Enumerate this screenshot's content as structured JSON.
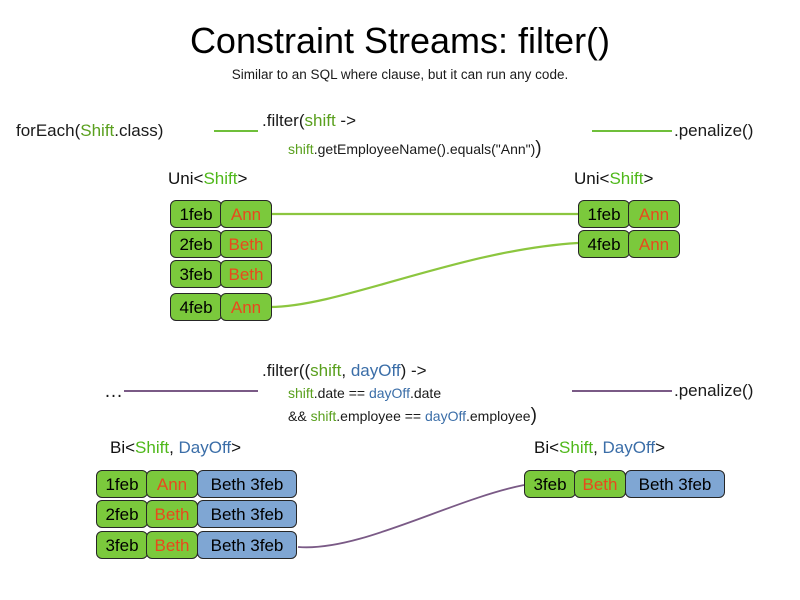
{
  "title": "Constraint Streams: filter()",
  "subtitle": "Similar to an SQL where clause, but it can run any code.",
  "colors": {
    "shift_green": "#5aa01e",
    "dayoff_blue": "#3b6ea8",
    "card_green": "#7BC93C",
    "card_blue": "#7FA6D3",
    "name_orange": "#E8491D",
    "link_green": "#6fbf3a",
    "link_purple": "#7a5a86"
  },
  "pipeline_uni": {
    "source_label": {
      "prefix": "forEach(",
      "type": "Shift",
      "suffix": ".class)"
    },
    "filter": {
      "line1_pre": ".filter(",
      "line1_var": "shift",
      "line1_post": " ->",
      "line2_var": "shift",
      "line2_post": ".getEmployeeName().equals(\"Ann\")",
      "line2_close": ")"
    },
    "terminal_label": ".penalize()",
    "input_stream_label": {
      "prefix": "Uni<",
      "type": "Shift",
      "suffix": ">"
    },
    "output_stream_label": {
      "prefix": "Uni<",
      "type": "Shift",
      "suffix": ">"
    },
    "input_rows": [
      {
        "date": "1feb",
        "name": "Ann"
      },
      {
        "date": "2feb",
        "name": "Beth"
      },
      {
        "date": "3feb",
        "name": "Beth"
      },
      {
        "date": "4feb",
        "name": "Ann"
      }
    ],
    "output_rows": [
      {
        "date": "1feb",
        "name": "Ann"
      },
      {
        "date": "4feb",
        "name": "Ann"
      }
    ]
  },
  "pipeline_bi": {
    "source_label": "…",
    "filter": {
      "line1_pre": ".filter((",
      "line1_var1": "shift",
      "line1_sep": ", ",
      "line1_var2": "dayOff",
      "line1_post": ") ->",
      "line2_var1": "shift",
      "line2_mid": ".date == ",
      "line2_var2": "dayOff",
      "line2_post": ".date",
      "line3_pre": "&& ",
      "line3_var1": "shift",
      "line3_mid": ".employee == ",
      "line3_var2": "dayOff",
      "line3_post": ".employee",
      "line3_close": ")"
    },
    "terminal_label": ".penalize()",
    "input_stream_label": {
      "prefix": "Bi<",
      "type1": "Shift",
      "sep": ", ",
      "type2": "DayOff",
      "suffix": ">"
    },
    "output_stream_label": {
      "prefix": "Bi<",
      "type1": "Shift",
      "sep": ", ",
      "type2": "DayOff",
      "suffix": ">"
    },
    "input_rows": [
      {
        "date": "1feb",
        "name": "Ann",
        "dayoff": "Beth 3feb"
      },
      {
        "date": "2feb",
        "name": "Beth",
        "dayoff": "Beth 3feb"
      },
      {
        "date": "3feb",
        "name": "Beth",
        "dayoff": "Beth 3feb"
      }
    ],
    "output_rows": [
      {
        "date": "3feb",
        "name": "Beth",
        "dayoff": "Beth 3feb"
      }
    ]
  }
}
